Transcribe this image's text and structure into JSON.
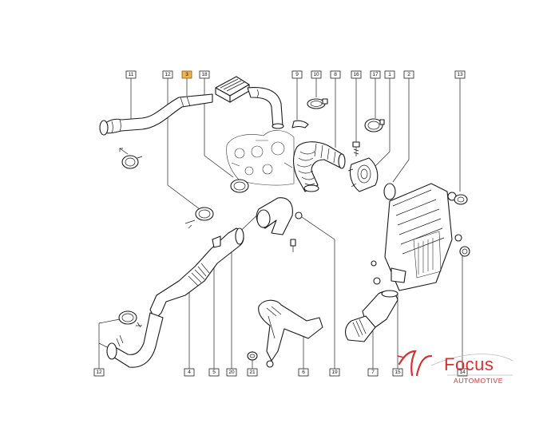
{
  "callouts": [
    {
      "id": "11",
      "label": "11"
    },
    {
      "id": "12a",
      "label": "12"
    },
    {
      "id": "3",
      "label": "3",
      "highlight": true
    },
    {
      "id": "18",
      "label": "18"
    },
    {
      "id": "9",
      "label": "9"
    },
    {
      "id": "10",
      "label": "10"
    },
    {
      "id": "8",
      "label": "8"
    },
    {
      "id": "16",
      "label": "16"
    },
    {
      "id": "17",
      "label": "17"
    },
    {
      "id": "1",
      "label": "1"
    },
    {
      "id": "2",
      "label": "2"
    },
    {
      "id": "13",
      "label": "13"
    },
    {
      "id": "12b",
      "label": "12"
    },
    {
      "id": "4",
      "label": "4"
    },
    {
      "id": "5",
      "label": "5"
    },
    {
      "id": "20",
      "label": "20"
    },
    {
      "id": "21",
      "label": "21"
    },
    {
      "id": "6",
      "label": "6"
    },
    {
      "id": "19",
      "label": "19"
    },
    {
      "id": "7",
      "label": "7"
    },
    {
      "id": "15",
      "label": "15"
    },
    {
      "id": "14",
      "label": "14"
    }
  ],
  "logo": {
    "name": "Focus",
    "tagline": "AUTOMOTIVE",
    "color": "#d9302f"
  }
}
